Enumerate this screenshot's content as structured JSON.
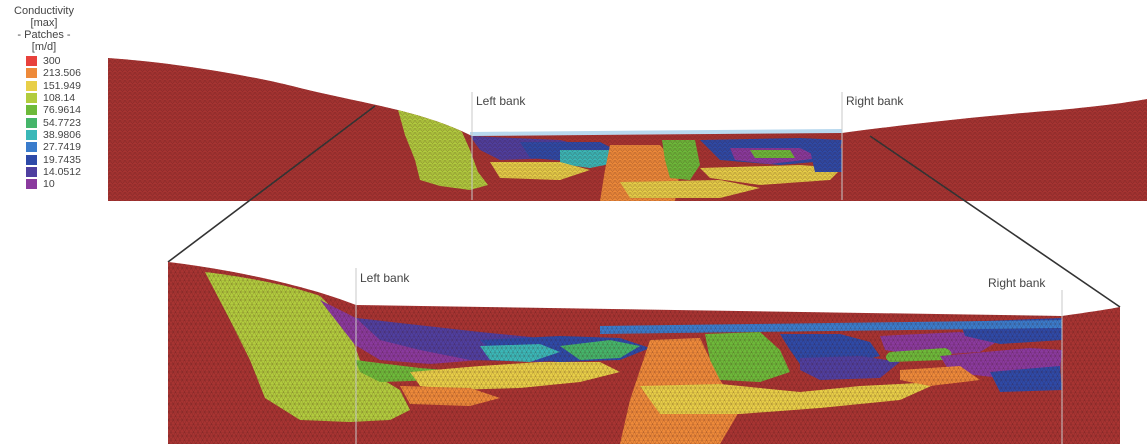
{
  "legend": {
    "title_lines": [
      "Conductivity [max]",
      "- Patches -",
      "[m/d]"
    ],
    "items": [
      {
        "label": "300",
        "color": "#e8413c"
      },
      {
        "label": "213.506",
        "color": "#ee8a3a"
      },
      {
        "label": "151.949",
        "color": "#e8cf48"
      },
      {
        "label": "108.14",
        "color": "#b2cc3e"
      },
      {
        "label": "76.9614",
        "color": "#6dba3a"
      },
      {
        "label": "54.7723",
        "color": "#45b56a"
      },
      {
        "label": "38.9806",
        "color": "#3ab8b8"
      },
      {
        "label": "27.7419",
        "color": "#3a7ccc"
      },
      {
        "label": "19.7435",
        "color": "#2e4aa8"
      },
      {
        "label": "14.0512",
        "color": "#4f3fa0"
      },
      {
        "label": "10",
        "color": "#8a3a9e"
      }
    ]
  },
  "top_view": {
    "left_bank_label": "Left bank",
    "right_bank_label": "Right bank"
  },
  "zoom_view": {
    "left_bank_label": "Left bank",
    "right_bank_label": "Right bank"
  },
  "colors": {
    "base_red": "#a83432",
    "water": "#b8d8ee",
    "mesh": "#3a1010"
  }
}
